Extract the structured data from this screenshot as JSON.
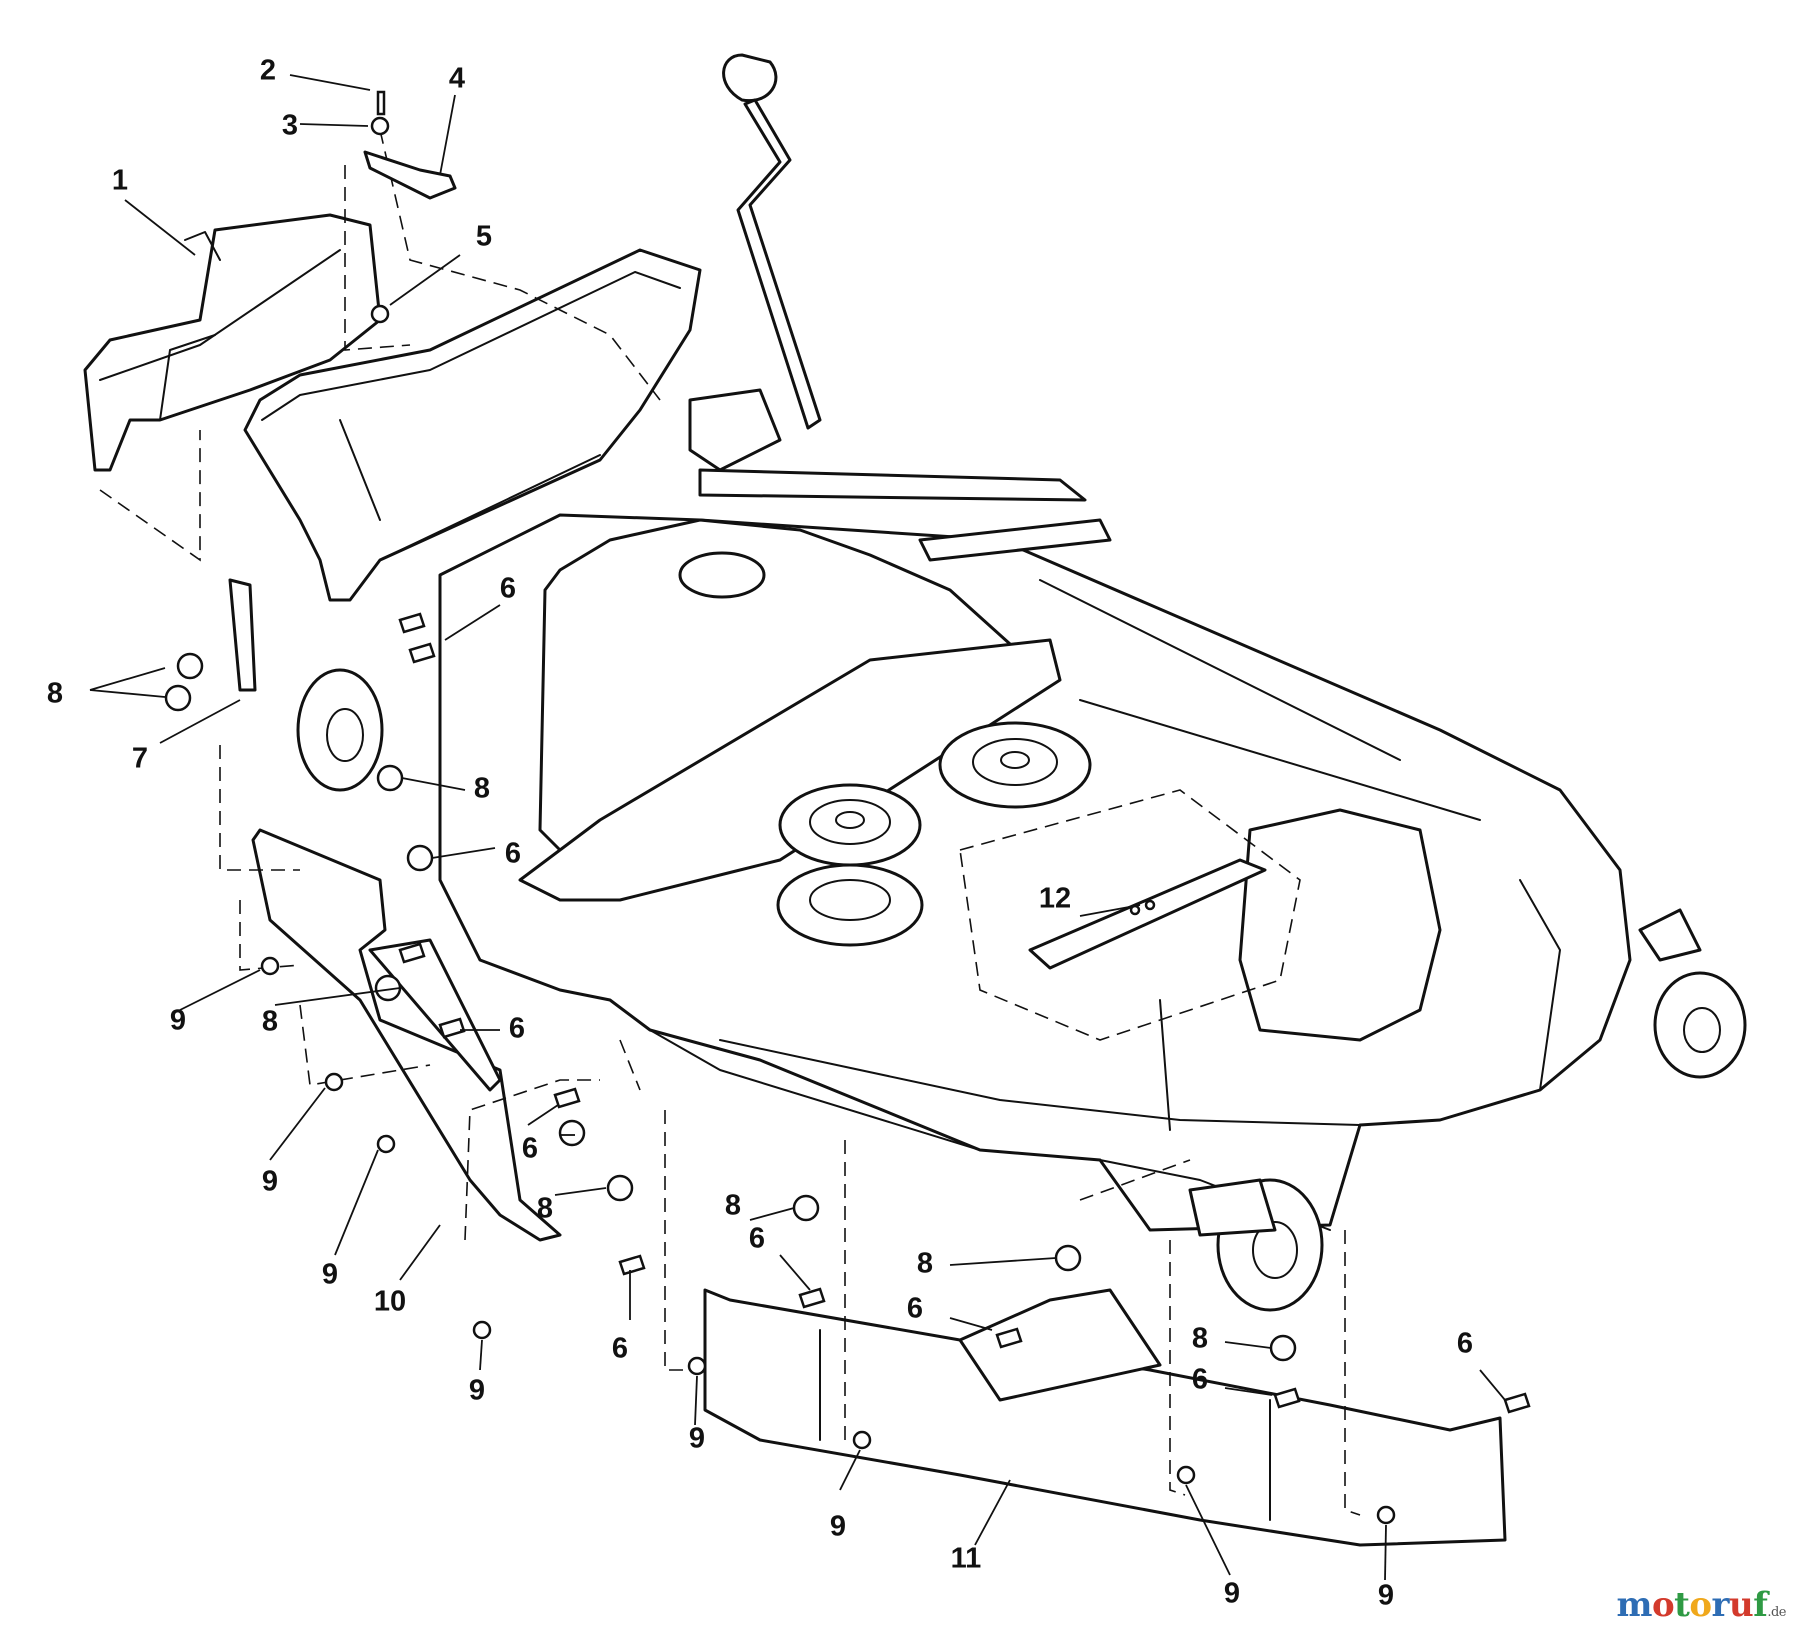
{
  "callouts": [
    {
      "label": "1"
    },
    {
      "label": "2"
    },
    {
      "label": "3"
    },
    {
      "label": "4"
    },
    {
      "label": "5"
    },
    {
      "label": "6"
    },
    {
      "label": "6"
    },
    {
      "label": "6"
    },
    {
      "label": "6"
    },
    {
      "label": "6"
    },
    {
      "label": "6"
    },
    {
      "label": "6"
    },
    {
      "label": "6"
    },
    {
      "label": "6"
    },
    {
      "label": "7"
    },
    {
      "label": "8"
    },
    {
      "label": "8"
    },
    {
      "label": "8"
    },
    {
      "label": "8"
    },
    {
      "label": "8"
    },
    {
      "label": "8"
    },
    {
      "label": "8"
    },
    {
      "label": "9"
    },
    {
      "label": "9"
    },
    {
      "label": "9"
    },
    {
      "label": "9"
    },
    {
      "label": "9"
    },
    {
      "label": "9"
    },
    {
      "label": "9"
    },
    {
      "label": "9"
    },
    {
      "label": "10"
    },
    {
      "label": "11"
    },
    {
      "label": "12"
    }
  ],
  "watermark": {
    "letters": [
      {
        "char": "m",
        "color": "#2e6db4"
      },
      {
        "char": "o",
        "color": "#d33a2c"
      },
      {
        "char": "t",
        "color": "#2f9a44"
      },
      {
        "char": "o",
        "color": "#f0a81c"
      },
      {
        "char": "r",
        "color": "#2e6db4"
      },
      {
        "char": "u",
        "color": "#d33a2c"
      },
      {
        "char": "f",
        "color": "#2f9a44"
      }
    ],
    "suffix": ".de"
  }
}
